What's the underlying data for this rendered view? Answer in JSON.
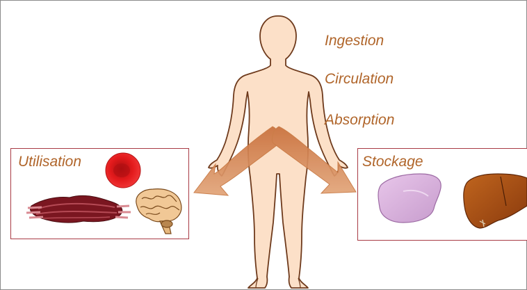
{
  "process_steps": [
    {
      "label": "Ingestion"
    },
    {
      "label": "Circulation"
    },
    {
      "label": "Absorption"
    }
  ],
  "left_panel": {
    "title": "Utilisation"
  },
  "right_panel": {
    "title": "Stockage"
  },
  "colors": {
    "skin": "#fce0c8",
    "outline": "#6e3a1c",
    "label_text": "#b0652a",
    "arrow": "#d28a5a",
    "panel_border": "#a83a44"
  }
}
